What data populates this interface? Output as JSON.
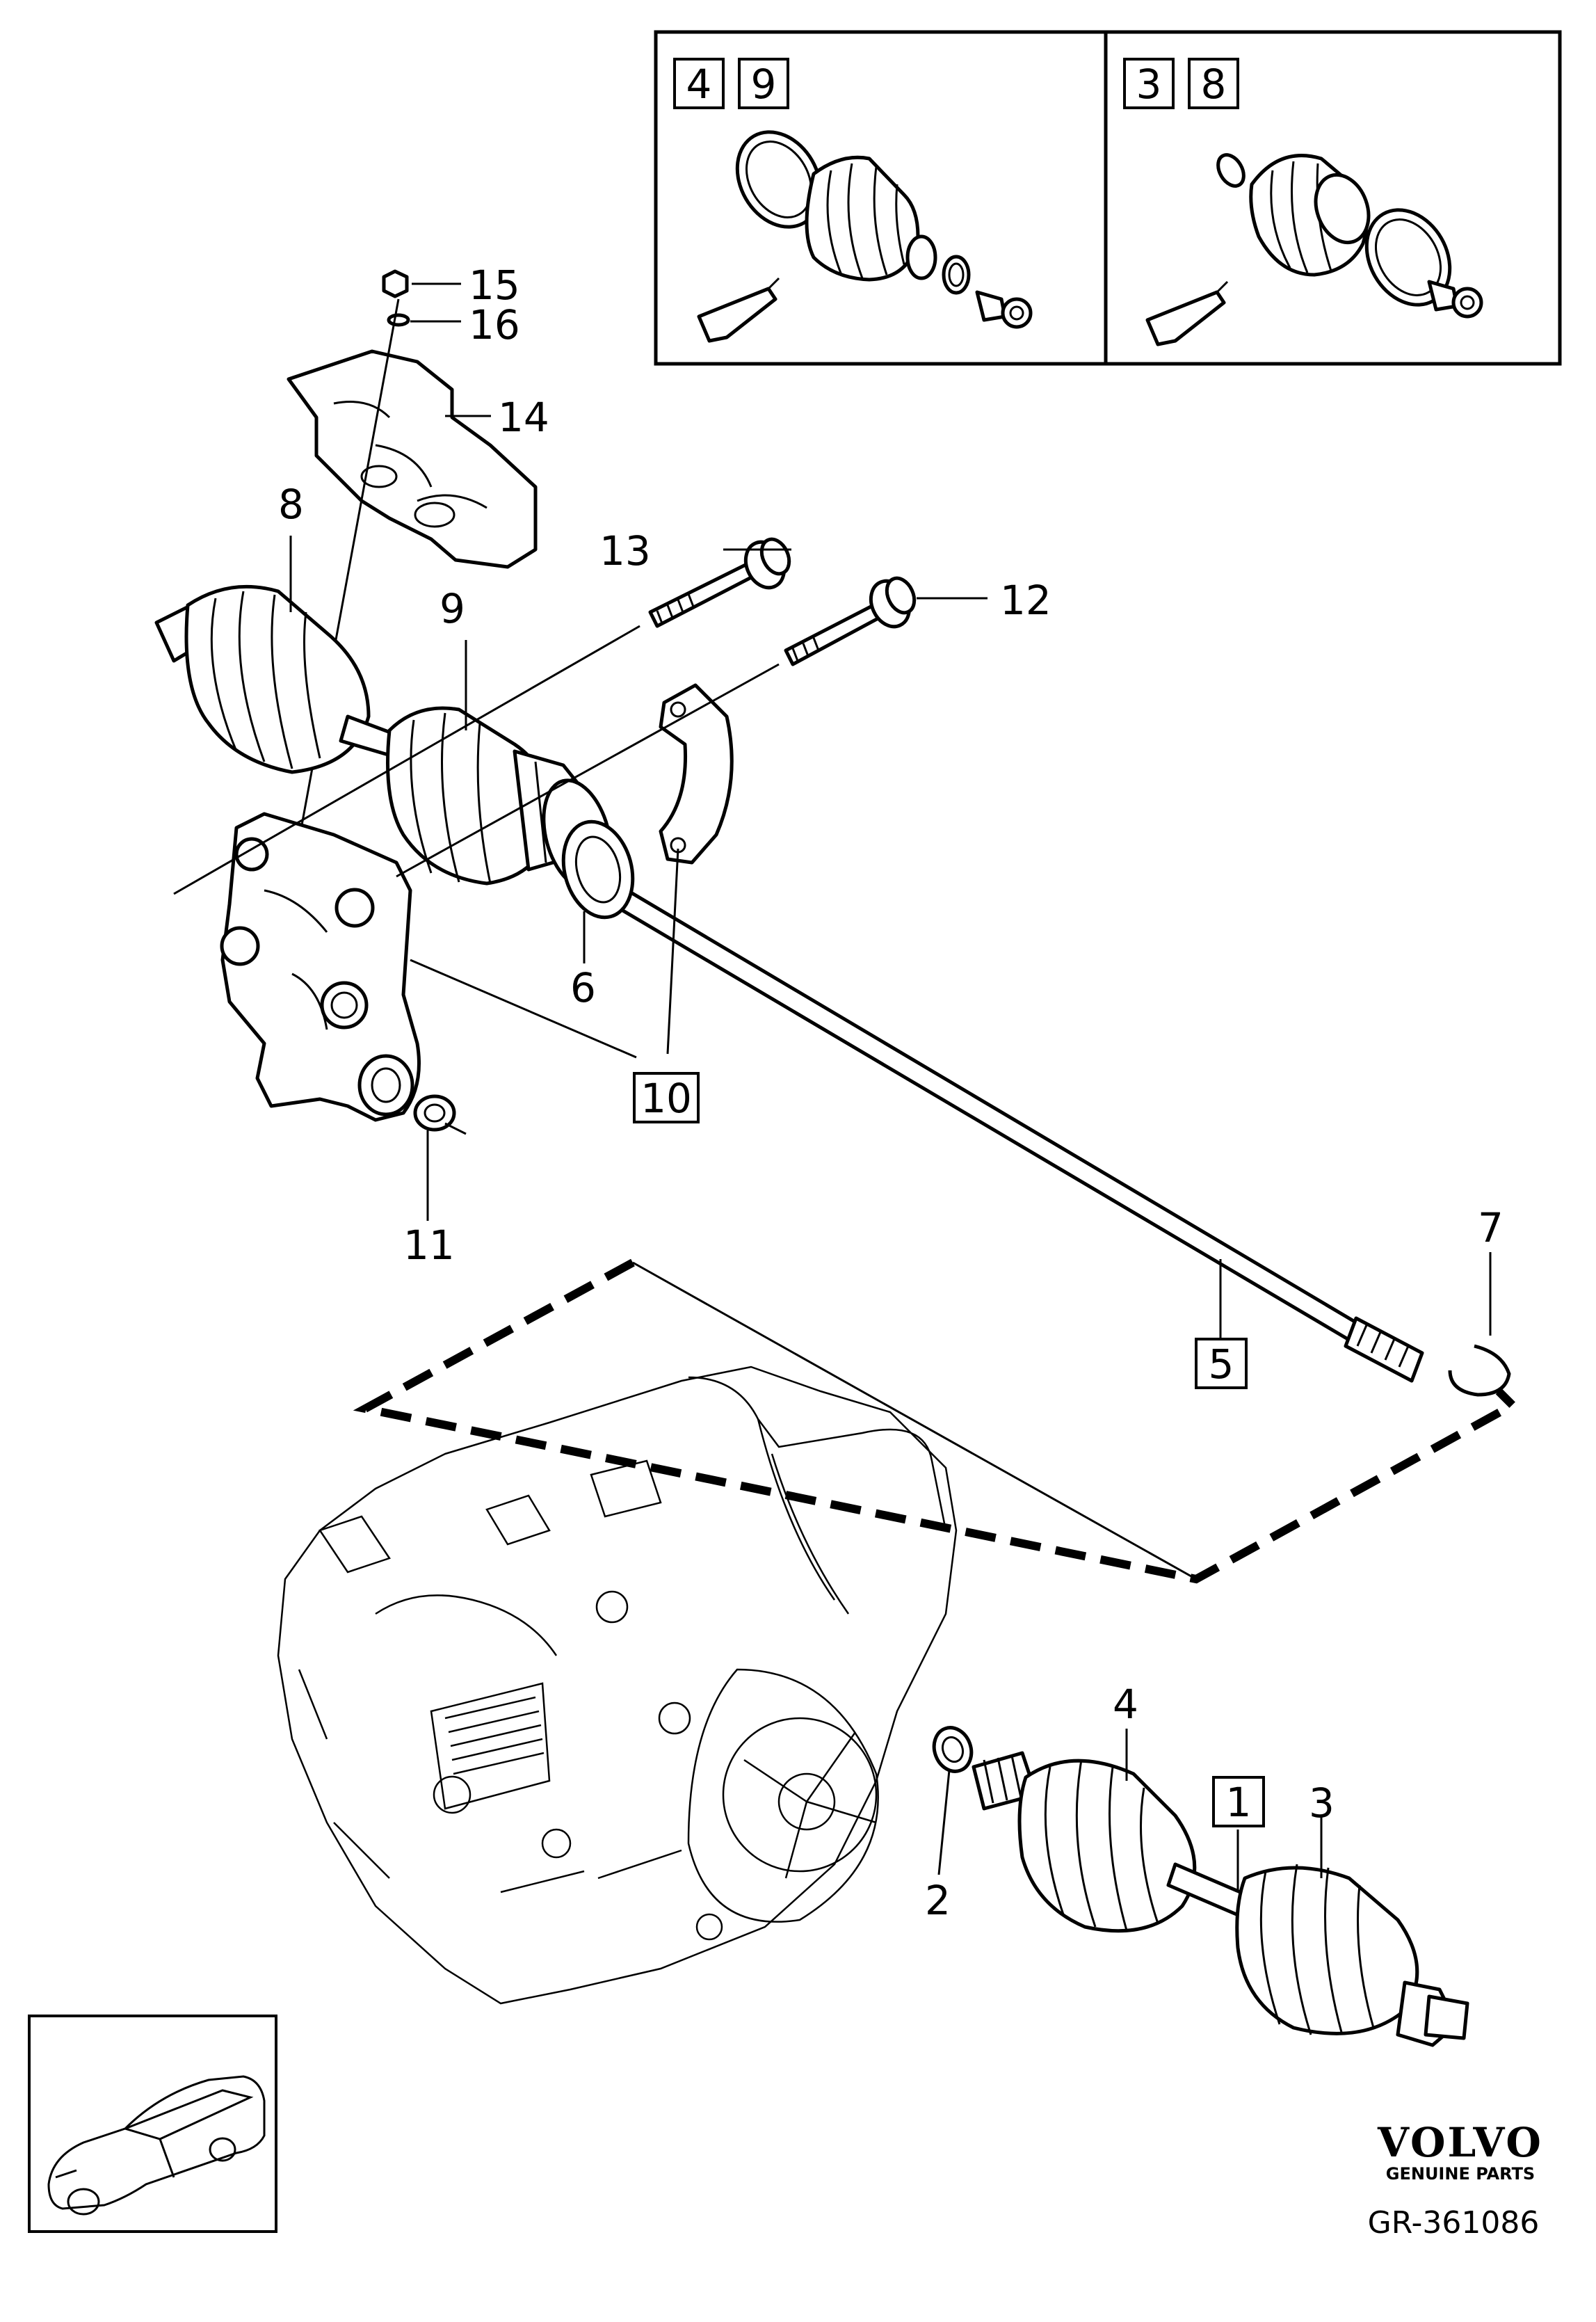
{
  "inset": {
    "left_boxes": [
      "4",
      "9"
    ],
    "right_boxes": [
      "3",
      "8"
    ]
  },
  "callouts": {
    "c1": "1",
    "c2": "2",
    "c3": "3",
    "c4": "4",
    "c5": "5",
    "c6": "6",
    "c7": "7",
    "c8": "8",
    "c9": "9",
    "c10": "10",
    "c11": "11",
    "c12": "12",
    "c13": "13",
    "c14": "14",
    "c15": "15",
    "c16": "16"
  },
  "branding": {
    "logo_text": "VOLVO",
    "tagline": "GENUINE PARTS",
    "diagram_id": "GR-361086"
  }
}
